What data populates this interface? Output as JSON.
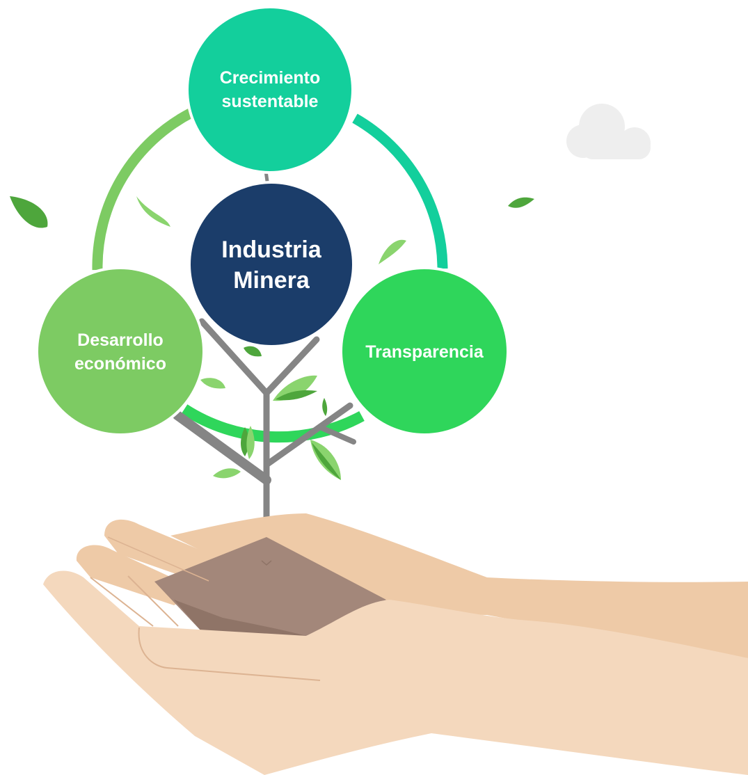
{
  "diagram": {
    "center": {
      "line1": "Industria",
      "line2": "Minera"
    },
    "top": {
      "line1": "Crecimiento",
      "line2": "sustentable"
    },
    "left": {
      "line1": "Desarrollo",
      "line2": "económico"
    },
    "right": {
      "line1": "Transparencia"
    }
  },
  "colors": {
    "center_circle": "#1b3d6a",
    "top_circle": "#13cf9c",
    "left_circle": "#7dcb63",
    "right_circle": "#2fd65b",
    "ring_left_arc": "#7dcb63",
    "ring_right_arc": "#13cf9c",
    "ring_bottom_arc": "#2fd65b",
    "tree_branch": "#858585",
    "leaf_dark": "#4ea63c",
    "leaf_light": "#8ad46e",
    "soil": "#a3877a",
    "hand_skin": "#f4d8bd",
    "hand_skin_dark": "#eeca a7",
    "cloud": "#eeeeee"
  },
  "icons": {
    "hand": "open-hand-icon",
    "tree": "sapling-icon",
    "cloud": "cloud-icon",
    "leaf": "leaf-icon"
  }
}
